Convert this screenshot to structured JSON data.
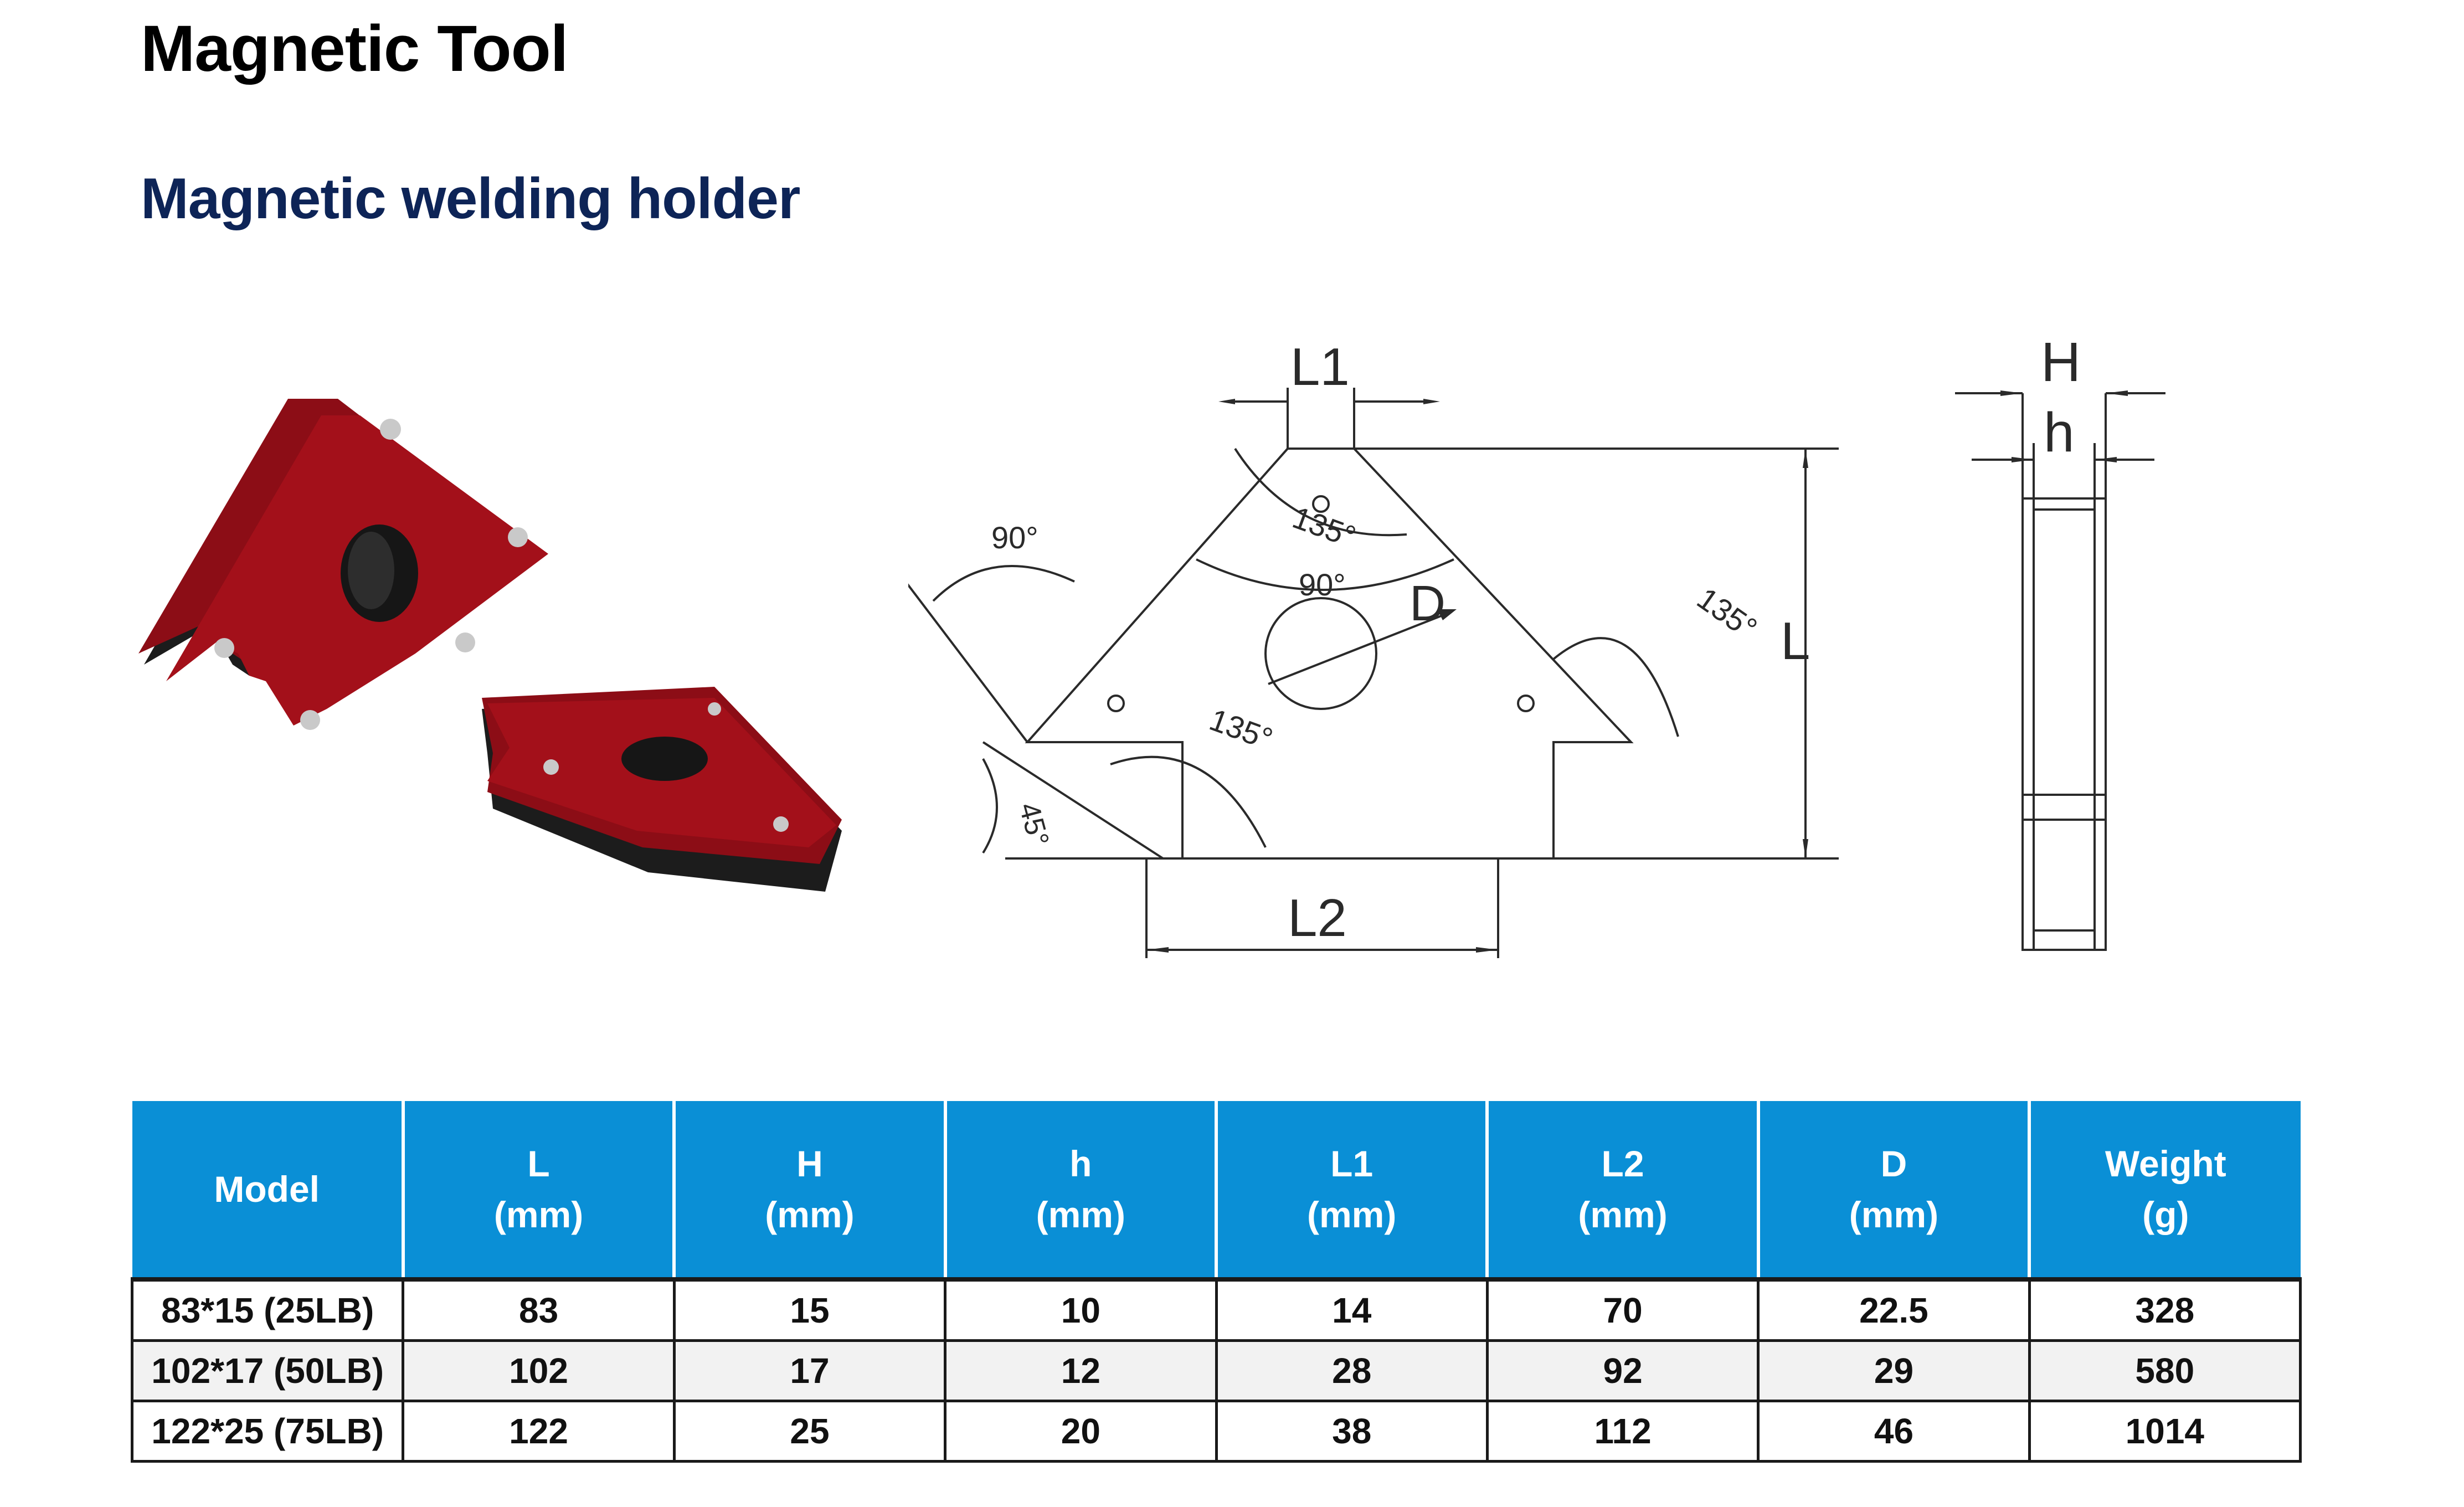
{
  "page_title": "Magnetic Tool",
  "section_title": "Magnetic welding holder",
  "colors": {
    "section_title": "#0d2457",
    "table_header_bg": "#0a8fd6",
    "product_red": "#a3101a",
    "magnet_black": "#1c1c1c"
  },
  "photo": {
    "icon": "magnetic-arrow-holder-photo"
  },
  "front_drawing": {
    "labels": {
      "L1": "L1",
      "L2": "L2",
      "L": "L",
      "D": "D",
      "angle_90_left": "90°",
      "angle_90_center": "90°",
      "angle_135_top": "135°",
      "angle_135_right": "135°",
      "angle_135_bottom": "135°",
      "angle_45": "45°"
    }
  },
  "side_drawing": {
    "labels": {
      "H": "H",
      "h": "h"
    }
  },
  "table": {
    "headers": [
      {
        "line1": "Model",
        "line2": ""
      },
      {
        "line1": "L",
        "line2": "(mm)"
      },
      {
        "line1": "H",
        "line2": "(mm)"
      },
      {
        "line1": "h",
        "line2": "(mm)"
      },
      {
        "line1": "L1",
        "line2": "(mm)"
      },
      {
        "line1": "L2",
        "line2": "(mm)"
      },
      {
        "line1": "D",
        "line2": "(mm)"
      },
      {
        "line1": "Weight",
        "line2": "(g)"
      }
    ],
    "rows": [
      [
        "83*15 (25LB)",
        "83",
        "15",
        "10",
        "14",
        "70",
        "22.5",
        "328"
      ],
      [
        "102*17 (50LB)",
        "102",
        "17",
        "12",
        "28",
        "92",
        "29",
        "580"
      ],
      [
        "122*25 (75LB)",
        "122",
        "25",
        "20",
        "38",
        "112",
        "46",
        "1014"
      ]
    ]
  }
}
